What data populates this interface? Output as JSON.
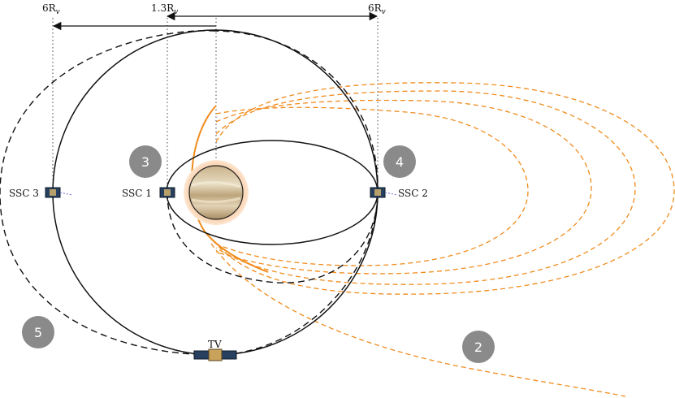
{
  "dimension_labels": {
    "left": "6R",
    "middle": "1.3R",
    "right": "6R",
    "subscript": "v"
  },
  "spacecraft": [
    {
      "id": "ssc3",
      "label": "SSC 3"
    },
    {
      "id": "ssc1",
      "label": "SSC 1"
    },
    {
      "id": "ssc2",
      "label": "SSC 2"
    },
    {
      "id": "tv",
      "label": "TV"
    }
  ],
  "region_markers": [
    "3",
    "4",
    "5",
    "2"
  ],
  "colors": {
    "orbit": "#111111",
    "transfer": "#f08c1e",
    "marker": "#8a8a8a",
    "planet_glow": "#f7d1a8"
  },
  "icons": [
    "spacecraft-icon",
    "planet-icon"
  ]
}
